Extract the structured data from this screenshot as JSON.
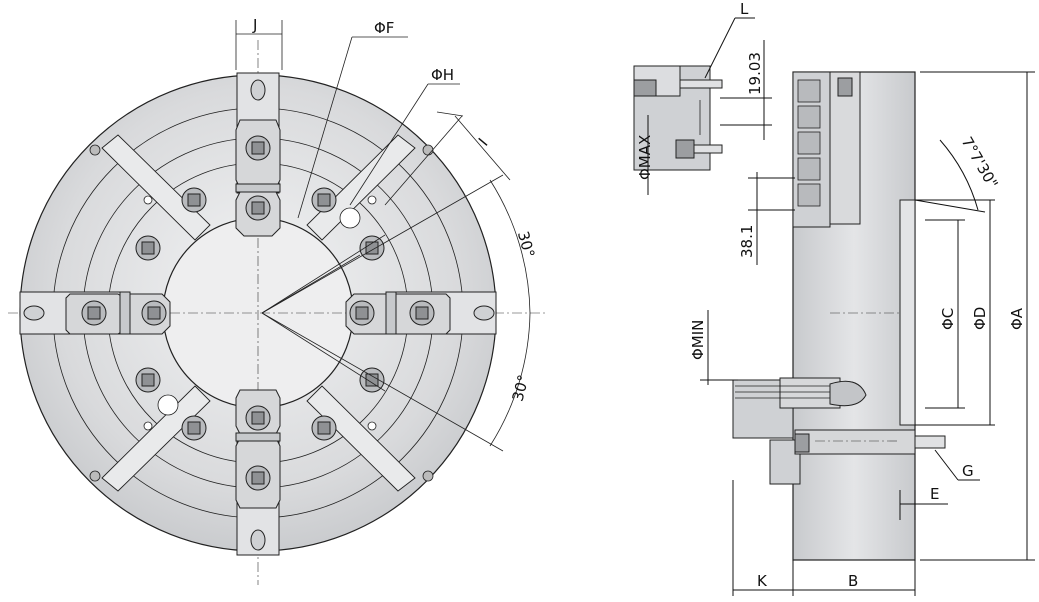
{
  "front_view": {
    "labels": {
      "j": "J",
      "phi_f": "ΦF",
      "phi_h": "ΦH",
      "i": "I",
      "angle_upper": "30°",
      "angle_lower": "30°"
    }
  },
  "side_view": {
    "labels": {
      "l": "L",
      "dim_19": "19.03",
      "phi_max": "ΦMAX",
      "dim_38": "38.1",
      "phi_min": "ΦMIN",
      "taper": "7°7'30\"",
      "phi_c": "ΦC",
      "phi_d": "ΦD",
      "phi_a": "ΦA",
      "g": "G",
      "e": "E",
      "k": "K",
      "b": "B"
    }
  },
  "colors": {
    "body_fill": "#cfd1d4",
    "light_fill": "#e6e7e9",
    "line": "#222222"
  }
}
